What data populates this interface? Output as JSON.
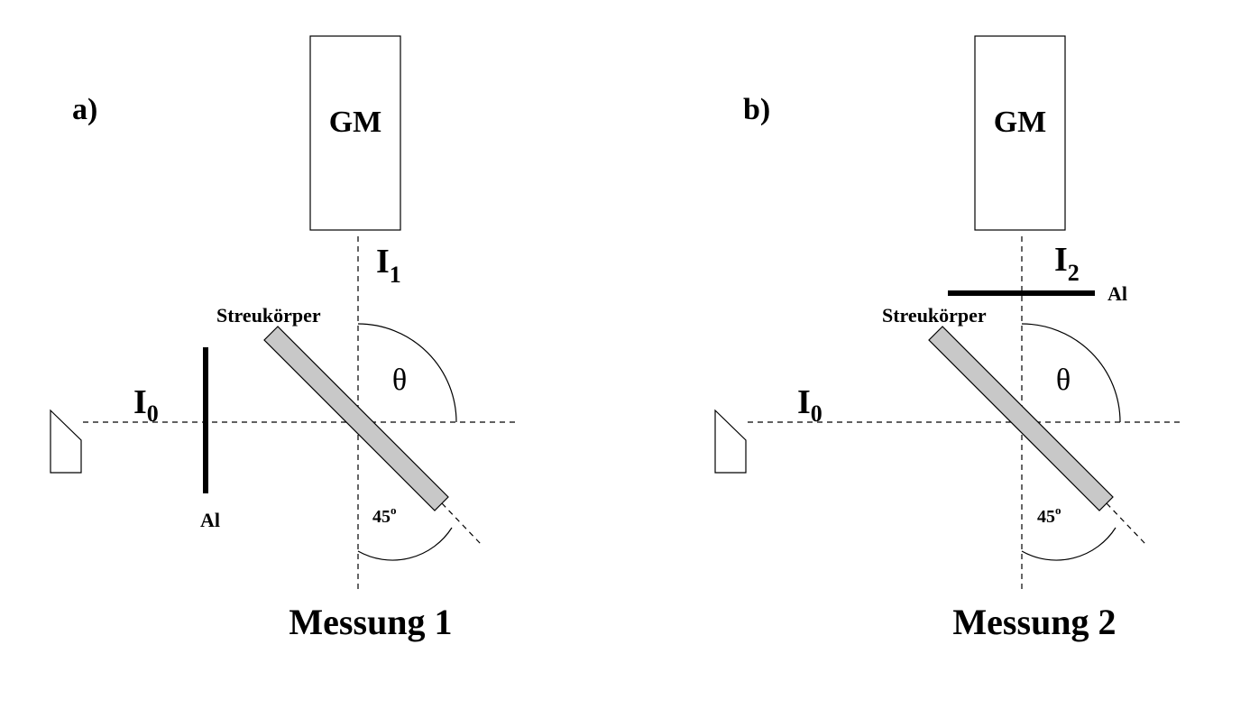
{
  "diagrams": [
    {
      "panel_label": "a)",
      "detector_label": "GM",
      "beam_in_main": "I",
      "beam_in_sub": "0",
      "beam_out_main": "I",
      "beam_out_sub": "1",
      "scatterer_label": "Streukörper",
      "absorber_label": "Al",
      "angle_label": "θ",
      "angle_45_main": "45",
      "angle_45_sup": "o",
      "caption": "Messung 1"
    },
    {
      "panel_label": "b)",
      "detector_label": "GM",
      "beam_in_main": "I",
      "beam_in_sub": "0",
      "beam_out_main": "I",
      "beam_out_sub": "2",
      "scatterer_label": "Streukörper",
      "absorber_label": "Al",
      "angle_label": "θ",
      "angle_45_main": "45",
      "angle_45_sup": "o",
      "caption": "Messung 2"
    }
  ]
}
